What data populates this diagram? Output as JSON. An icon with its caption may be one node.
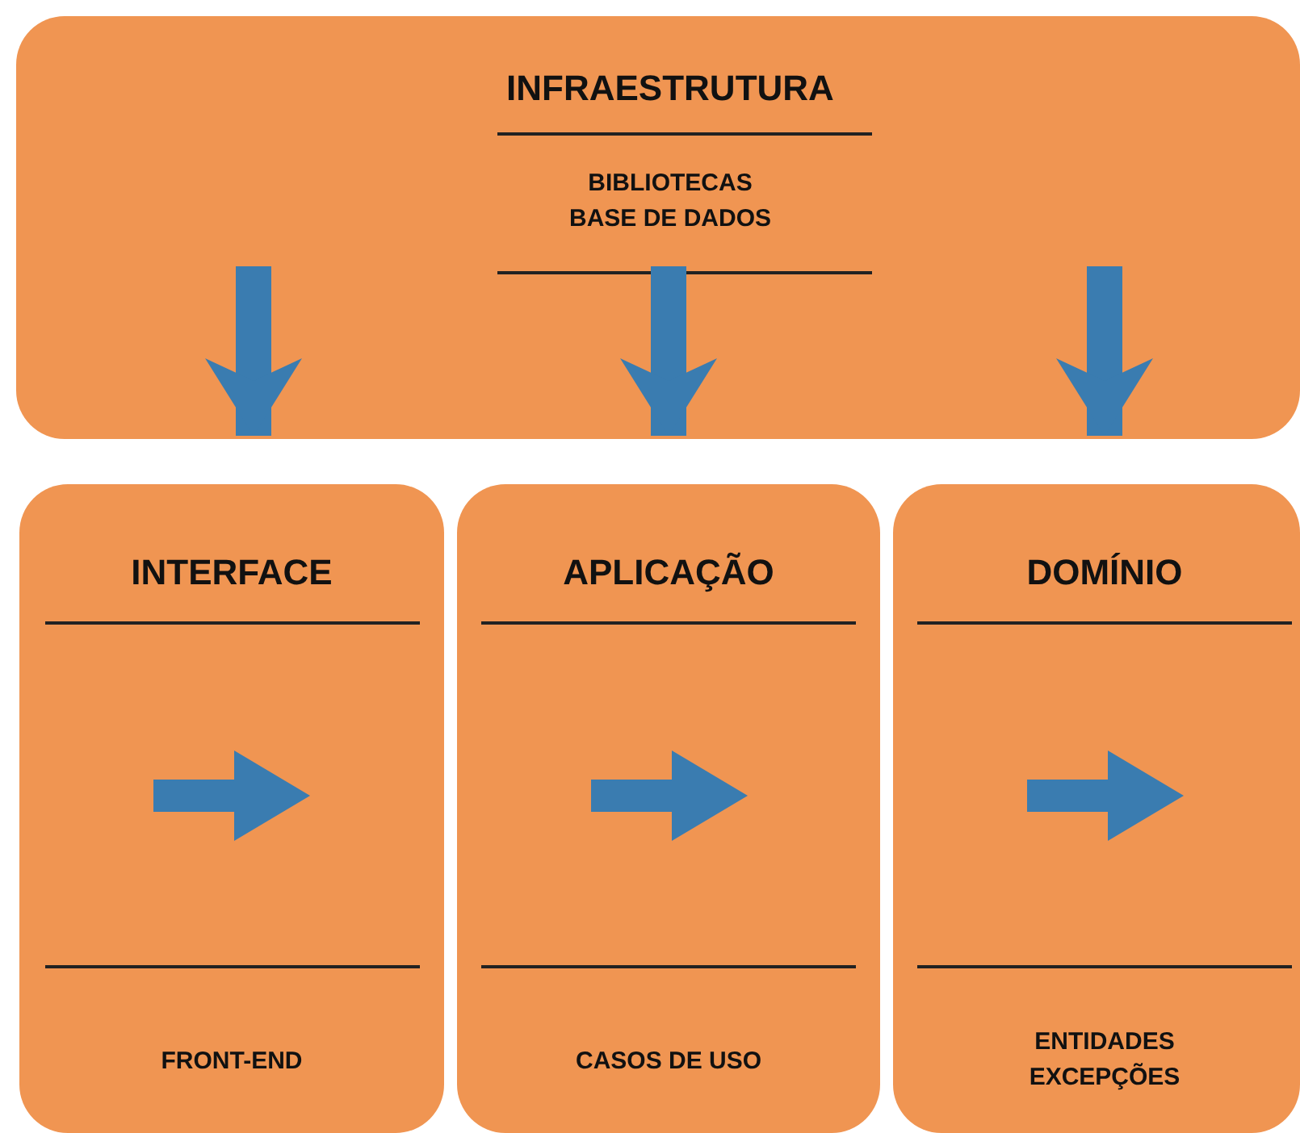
{
  "diagram": {
    "nodes": [
      {
        "text": [
          "INFRAESTRUTURA",
          "BIBLIOTECAS",
          "BASE DE DADOS"
        ]
      },
      {
        "text": [
          "INTERFACE",
          "FRONT-END"
        ]
      },
      {
        "text": [
          "APLICAÇÃO",
          "CASOS DE USO"
        ]
      },
      {
        "text": [
          "DOMÍNIO",
          "ENTIDADES",
          "EXCEPÇÕES"
        ]
      }
    ],
    "edges": [
      {
        "from": 0,
        "to": 1,
        "arrow": "to"
      },
      {
        "from": 0,
        "to": 2,
        "arrow": "to"
      },
      {
        "from": 0,
        "to": 3,
        "arrow": "to"
      }
    ]
  }
}
